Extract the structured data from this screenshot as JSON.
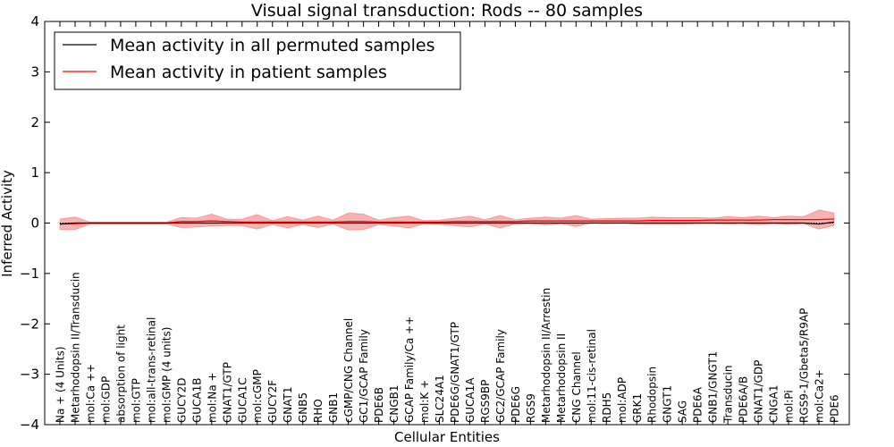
{
  "chart_data": {
    "type": "line",
    "title": "Visual signal transduction: Rods -- 80 samples",
    "xlabel": "Cellular Entities",
    "ylabel": "Inferred Activity",
    "ylim": [
      -4,
      4
    ],
    "yticks": [
      -4,
      -3,
      -2,
      -1,
      0,
      1,
      2,
      3,
      4
    ],
    "ytick_labels": [
      "−4",
      "−3",
      "−2",
      "−1",
      "0",
      "1",
      "2",
      "3",
      "4"
    ],
    "legend_position": "top-left",
    "categories": [
      "Na + (4 Units)",
      "Metarhodopsin II/Transducin",
      "mol:Ca ++",
      "mol:GDP",
      "absorption of light",
      "mol:GTP",
      "mol:all-trans-retinal",
      "mol:GMP (4 units)",
      "GUCY2D",
      "GUCA1B",
      "mol:Na +",
      "GNAT1/GTP",
      "GUCA1C",
      "mol:cGMP",
      "GUCY2F",
      "GNAT1",
      "GNB5",
      "RHO",
      "GNB1",
      "cGMP/CNG Channel",
      "GC1/GCAP Family",
      "PDE6B",
      "CNGB1",
      "GCAP Family/Ca ++",
      "mol:K +",
      "SLC24A1",
      "PDE6G/GNAT1/GTP",
      "GUCA1A",
      "RGS9BP",
      "GC2/GCAP Family",
      "PDE6G",
      "RGS9",
      "Metarhodopsin II/Arrestin",
      "Metarhodopsin II",
      "CNG Channel",
      "mol:11-cis-retinal",
      "RDH5",
      "mol:ADP",
      "GRK1",
      "Rhodopsin",
      "GNGT1",
      "SAG",
      "PDE6A",
      "GNB1/GNGT1",
      "Transducin",
      "PDE6A/B",
      "GNAT1/GDP",
      "CNGA1",
      "mol:Pi",
      "RGS9-1/Gbeta5/R9AP",
      "mol:Ca2+",
      "PDE6"
    ],
    "series": [
      {
        "name": "Mean activity in all permuted samples",
        "color": "#000000",
        "values": [
          -0.02,
          0.0,
          0.0,
          0.0,
          0.0,
          0.0,
          0.0,
          0.0,
          0.0,
          0.0,
          0.0,
          0.0,
          0.0,
          0.0,
          0.0,
          0.0,
          0.0,
          0.0,
          0.0,
          0.0,
          0.0,
          0.0,
          0.0,
          0.0,
          0.0,
          0.0,
          0.0,
          0.0,
          0.0,
          0.0,
          0.0,
          0.0,
          0.0,
          0.0,
          0.0,
          0.0,
          0.0,
          0.0,
          0.0,
          0.0,
          0.0,
          0.0,
          0.0,
          0.0,
          0.0,
          0.0,
          0.0,
          0.0,
          0.0,
          0.0,
          -0.02,
          0.02
        ]
      },
      {
        "name": "Mean activity in patient samples",
        "color": "#ff0000",
        "band_color": "#f08080",
        "values": [
          -0.02,
          -0.01,
          0.0,
          0.0,
          0.0,
          0.0,
          0.0,
          0.0,
          0.03,
          0.03,
          0.04,
          0.03,
          0.02,
          0.02,
          0.02,
          0.02,
          0.02,
          0.02,
          0.02,
          0.03,
          0.03,
          0.02,
          0.02,
          0.02,
          0.02,
          0.02,
          0.03,
          0.03,
          0.03,
          0.03,
          0.03,
          0.04,
          0.04,
          0.04,
          0.04,
          0.04,
          0.04,
          0.04,
          0.04,
          0.05,
          0.05,
          0.05,
          0.05,
          0.06,
          0.06,
          0.06,
          0.06,
          0.07,
          0.07,
          0.07,
          0.07,
          0.08
        ],
        "upper": [
          0.08,
          0.12,
          0.02,
          0.02,
          0.02,
          0.02,
          0.02,
          0.02,
          0.11,
          0.1,
          0.18,
          0.08,
          0.08,
          0.17,
          0.05,
          0.13,
          0.06,
          0.14,
          0.06,
          0.2,
          0.18,
          0.06,
          0.11,
          0.14,
          0.05,
          0.06,
          0.1,
          0.14,
          0.07,
          0.15,
          0.07,
          0.1,
          0.12,
          0.1,
          0.15,
          0.08,
          0.09,
          0.1,
          0.1,
          0.12,
          0.11,
          0.11,
          0.11,
          0.1,
          0.13,
          0.11,
          0.14,
          0.11,
          0.14,
          0.13,
          0.26,
          0.2
        ],
        "lower": [
          -0.13,
          -0.13,
          -0.02,
          -0.02,
          -0.02,
          -0.02,
          -0.02,
          -0.02,
          -0.09,
          -0.08,
          -0.06,
          -0.05,
          -0.05,
          -0.12,
          -0.03,
          -0.1,
          -0.03,
          -0.09,
          -0.02,
          -0.14,
          -0.13,
          -0.03,
          -0.06,
          -0.1,
          -0.02,
          -0.03,
          -0.05,
          -0.08,
          -0.02,
          -0.1,
          -0.02,
          -0.01,
          -0.04,
          -0.01,
          -0.07,
          0.0,
          -0.01,
          0.0,
          -0.02,
          -0.02,
          -0.02,
          -0.02,
          -0.01,
          -0.01,
          -0.02,
          -0.01,
          -0.03,
          -0.01,
          -0.03,
          -0.01,
          -0.12,
          -0.05
        ]
      }
    ]
  }
}
